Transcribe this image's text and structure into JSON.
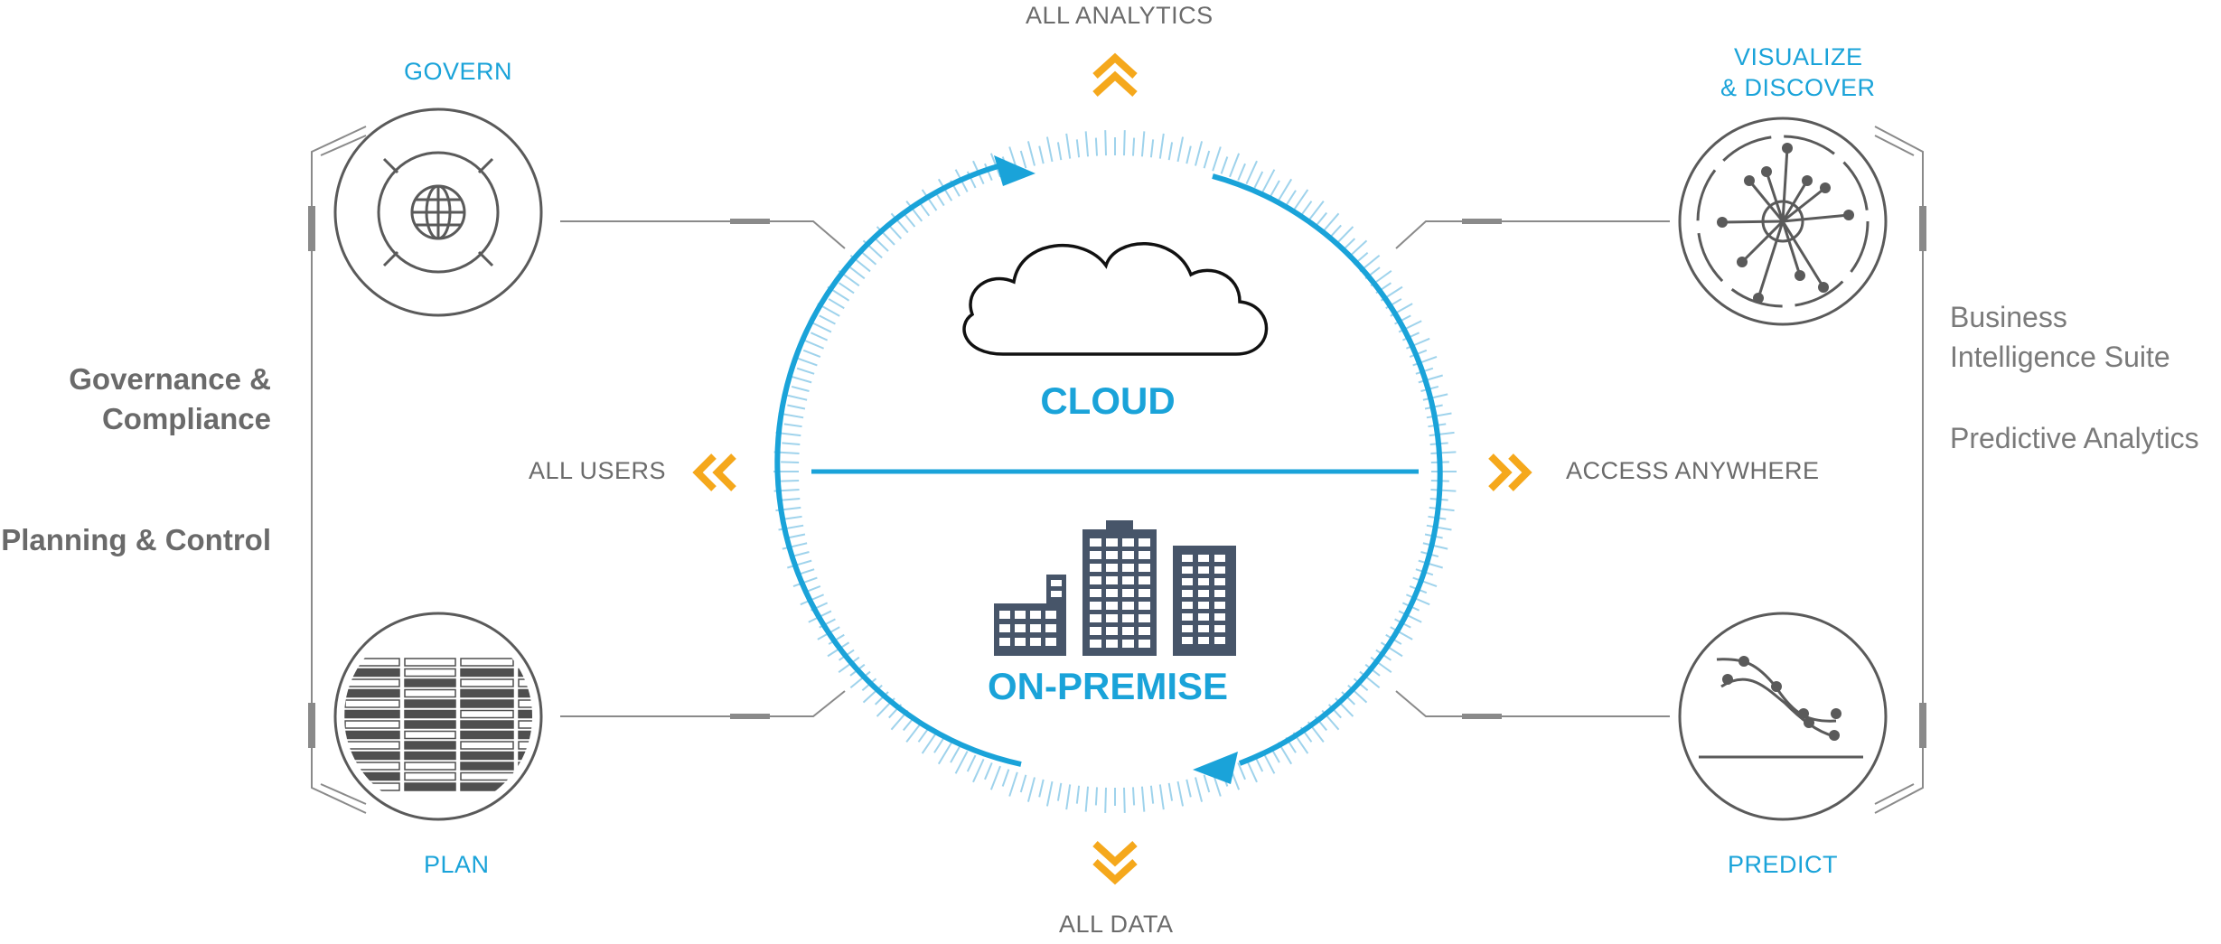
{
  "top_label": "ALL ANALYTICS",
  "bottom_label": "ALL DATA",
  "left_label": "ALL USERS",
  "right_label": "ACCESS ANYWHERE",
  "cloud_label": "CLOUD",
  "onpremise_label": "ON-PREMISE",
  "modules": {
    "govern": "GOVERN",
    "plan": "PLAN",
    "visualize_line1": "VISUALIZE",
    "visualize_line2": "& DISCOVER",
    "predict": "PREDICT"
  },
  "left_notes": {
    "governance_line1": "Governance &",
    "governance_line2": "Compliance",
    "planning": "Planning & Control"
  },
  "right_notes": {
    "bi_line1": "Business",
    "bi_line2": "Intelligence Suite",
    "predictive": "Predictive Analytics"
  },
  "colors": {
    "accent_blue": "#1aa3d9",
    "arrow_orange": "#f5a81c",
    "icon_gray": "#5a5a5a",
    "building_navy": "#475569"
  }
}
